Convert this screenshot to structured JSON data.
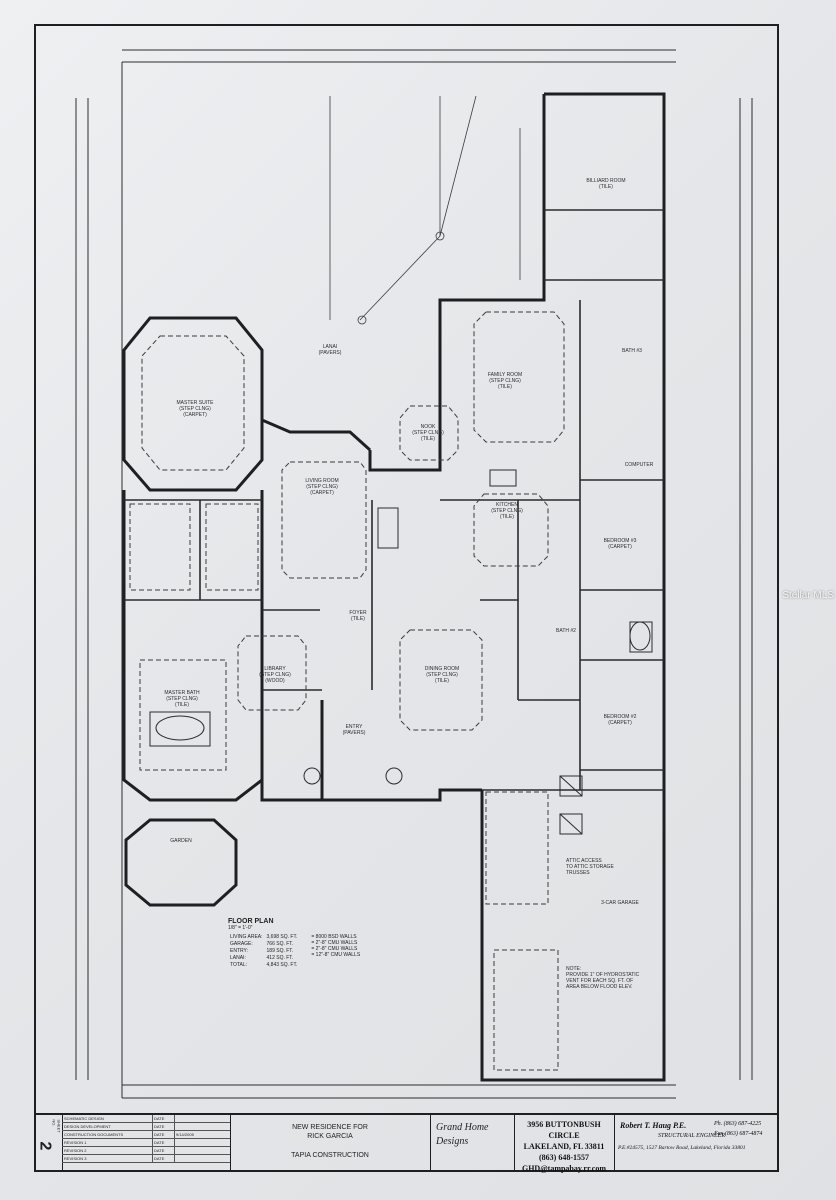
{
  "rooms": {
    "master_suite": "MASTER SUITE",
    "master_suite_sub": "(STEP CLNG)\n(CARPET)",
    "lanai": "LANAI",
    "lanai_sub": "(PAVERS)",
    "living": "LIVING ROOM",
    "living_sub": "(STEP CLNG)\n(CARPET)",
    "family": "FAMILY ROOM",
    "family_sub": "(STEP CLNG)\n(TILE)",
    "nook": "NOOK",
    "nook_sub": "(STEP CLNG)\n(TILE)",
    "kitchen": "KITCHEN",
    "kitchen_sub": "(STEP CLNG)\n(TILE)",
    "billiard": "BILLIARD ROOM",
    "billiard_sub": "(TILE)",
    "bath3": "BATH #3",
    "computer": "COMPUTER",
    "bedroom3": "BEDROOM #3",
    "bedroom3_sub": "(CARPET)",
    "bath2": "BATH #2",
    "bedroom2": "BEDROOM #2",
    "bedroom2_sub": "(CARPET)",
    "foyer": "FOYER",
    "foyer_sub": "(TILE)",
    "dining": "DINING ROOM",
    "dining_sub": "(STEP CLNG)\n(TILE)",
    "library": "LIBRARY",
    "library_sub": "(STEP CLNG)\n(WOOD)",
    "master_bath": "MASTER BATH",
    "master_bath_sub": "(STEP CLNG)\n(TILE)",
    "entry": "ENTRY",
    "entry_sub": "(PAVERS)",
    "garden": "GARDEN",
    "garage": "3-CAR GARAGE",
    "attic": "ATTIC ACCESS\nTO ATTIC STORAGE\nTRUSSES",
    "note": "NOTE:\nPROVIDE 1\" OF HYDROSTATIC\nVENT FOR EACH SQ. FT. OF\nAREA BELOW FLOOD ELEV."
  },
  "floor_plan": {
    "title": "FLOOR PLAN",
    "scale": "1/8\" = 1'-0\"",
    "areas": [
      {
        "label": "LIVING AREA:",
        "value": "3,698 SQ. FT."
      },
      {
        "label": "GARAGE:",
        "value": "766 SQ. FT."
      },
      {
        "label": "ENTRY:",
        "value": "189 SQ. FT."
      },
      {
        "label": "LANAI:",
        "value": "412 SQ. FT."
      },
      {
        "label": "TOTAL:",
        "value": "4,843 SQ. FT."
      }
    ],
    "walls": [
      "= 8000 BSD WALLS",
      "= 2\"-8\" CMU WALLS",
      "= 2\"-8\" CMU WALLS",
      "= 12\"-8\" CMU WALLS"
    ]
  },
  "title_block": {
    "sheet_number": "2",
    "sheet_label": "SHEET NO.",
    "revisions": [
      {
        "item": "SCHEMATIC DESIGN",
        "col": "DATE",
        "date": ""
      },
      {
        "item": "DESIGN DEVELOPMENT",
        "col": "DATE",
        "date": ""
      },
      {
        "item": "CONSTRUCTION DOCUMENTS",
        "col": "DATE",
        "date": "9/14/2005"
      },
      {
        "item": "REVISION 1",
        "col": "DATE",
        "date": ""
      },
      {
        "item": "REVISION 2",
        "col": "DATE",
        "date": ""
      },
      {
        "item": "REVISION 3",
        "col": "DATE",
        "date": ""
      }
    ],
    "project_line1": "NEW RESIDENCE FOR",
    "project_line2": "RICK GARCIA",
    "project_line3": "TAPIA CONSTRUCTION",
    "logo": "Grand Home Designs",
    "address1": "3956 BUTTONBUSH CIRCLE",
    "address2": "LAKELAND, FL 33811",
    "phone": "(863) 648-1557",
    "email": "GHD@tampabay.rr.com",
    "engineer_name": "Robert T. Haug P.E.",
    "engineer_title": "STRUCTURAL ENGINEER",
    "engineer_ph": "Ph. (863) 687-4225",
    "engineer_fax": "Fax (863) 687-4874",
    "engineer_addr": "P.E.#24575, 1527 Bartow Road, Lakeland, Florida 33801"
  },
  "watermark": "Stellar MLS"
}
